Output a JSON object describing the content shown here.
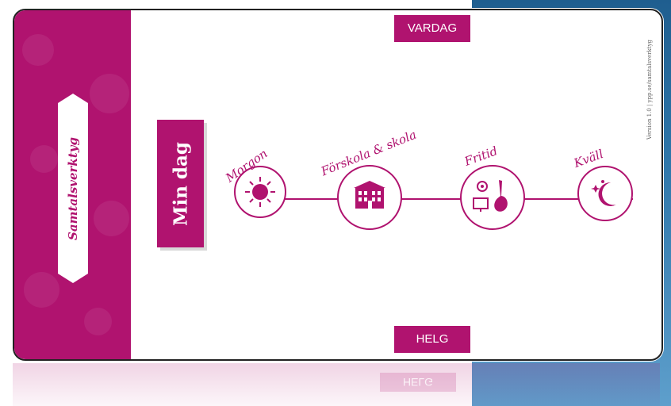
{
  "sidebar": {
    "title": "Samtalsverktyg"
  },
  "tabs": {
    "top_label": "VARDAG",
    "bottom_label": "HELG"
  },
  "main": {
    "title": "Min dag",
    "version_text": "Version 1.0 | ypp.se/samtalsverktyg"
  },
  "timeline": {
    "nodes": [
      {
        "label": "Morgon",
        "icon": "sun-icon"
      },
      {
        "label": "Förskola & skola",
        "icon": "school-building-icon"
      },
      {
        "label": "Fritid",
        "icon": "leisure-icon"
      },
      {
        "label": "Kväll",
        "icon": "moon-stars-icon"
      }
    ]
  },
  "colors": {
    "accent": "#b0136f",
    "background_blue": "#2f77aa"
  }
}
